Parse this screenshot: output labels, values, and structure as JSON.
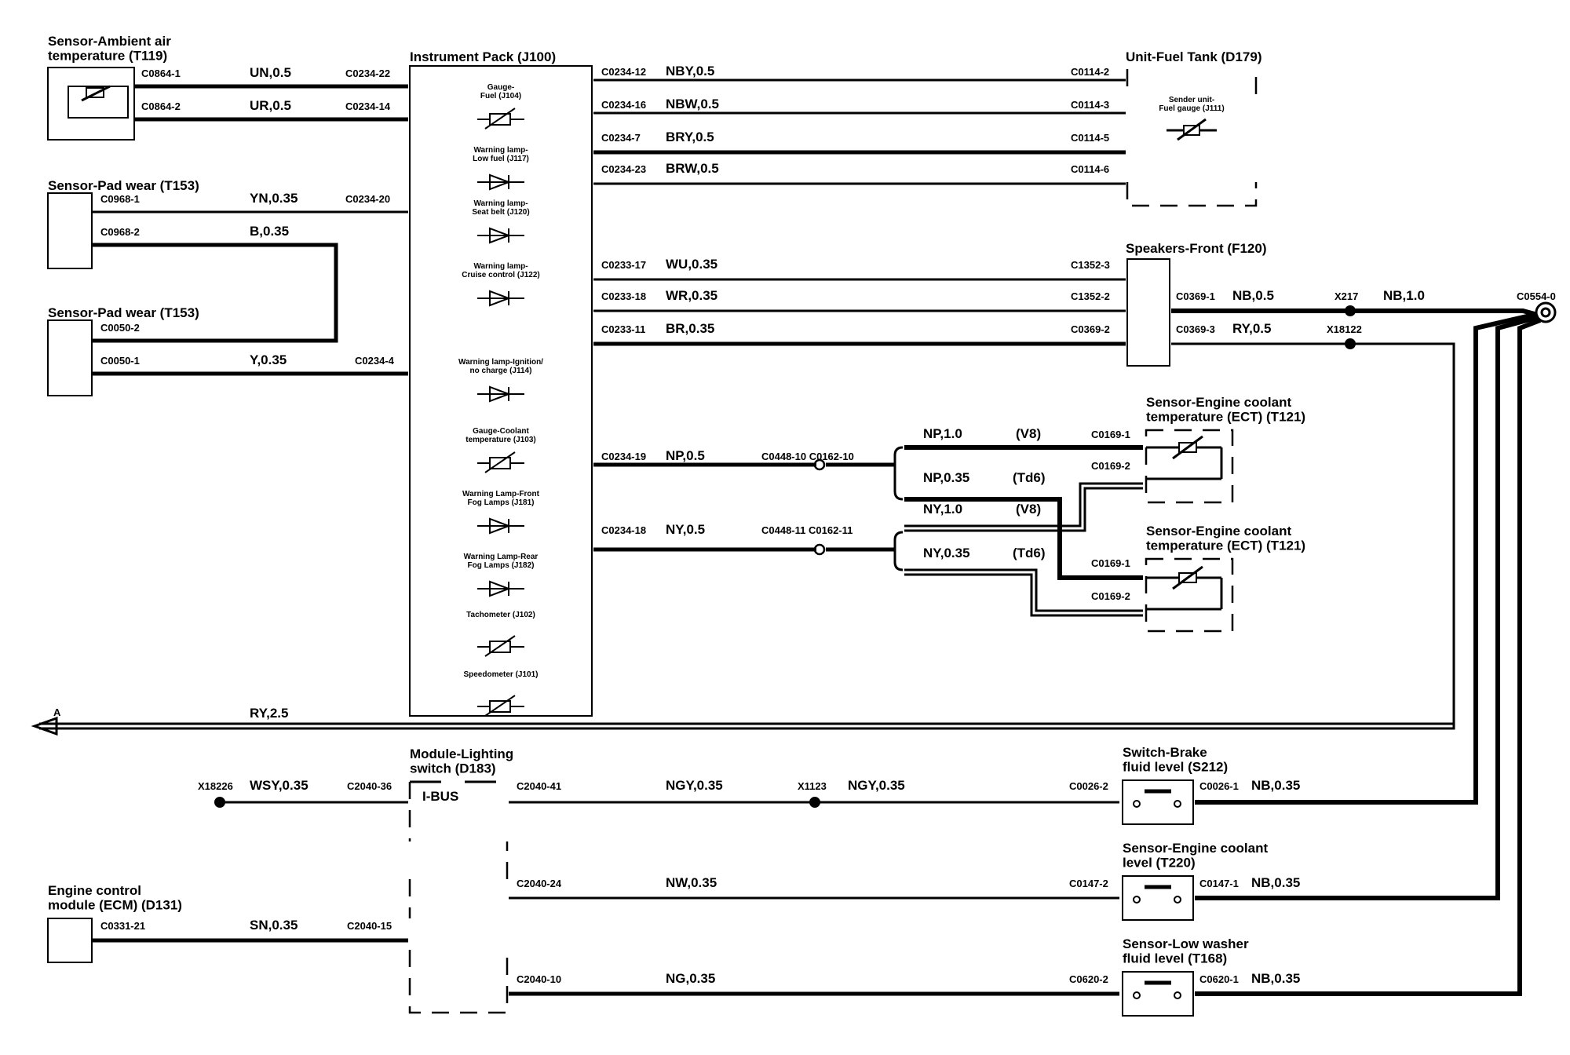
{
  "components": {
    "ambient_sensor": "Sensor-Ambient air\ntemperature (T119)",
    "pad_wear_1": "Sensor-Pad wear (T153)",
    "pad_wear_2": "Sensor-Pad wear (T153)",
    "instrument_pack": "Instrument Pack (J100)",
    "fuel_tank": "Unit-Fuel Tank (D179)",
    "sender_fuel": "Sender unit-\nFuel gauge (J111)",
    "speakers": "Speakers-Front (F120)",
    "ect_1": "Sensor-Engine coolant\ntemperature (ECT) (T121)",
    "ect_2": "Sensor-Engine coolant\ntemperature (ECT) (T121)",
    "lighting_switch": "Module-Lighting\nswitch (D183)",
    "ibus": "I-BUS",
    "ecm": "Engine control\nmodule (ECM) (D131)",
    "brake_switch": "Switch-Brake\nfluid level (S212)",
    "coolant_level": "Sensor-Engine coolant\nlevel (T220)",
    "washer_level": "Sensor-Low washer\nfluid level (T168)"
  },
  "instrument_items": [
    "Gauge-\nFuel (J104)",
    "Warning lamp-\nLow fuel (J117)",
    "Warning lamp-\nSeat belt (J120)",
    "Warning lamp-\nCruise control (J122)",
    "Warning lamp-Ignition/\nno charge (J114)",
    "Gauge-Coolant\ntemperature (J103)",
    "Warning Lamp-Front\nFog Lamps (J181)",
    "Warning Lamp-Rear\nFog Lamps (J182)",
    "Tachometer (J102)",
    "Speedometer (J101)"
  ],
  "connectors": {
    "c0864_1": "C0864-1",
    "c0864_2": "C0864-2",
    "c0234_22": "C0234-22",
    "c0234_14": "C0234-14",
    "c0968_1": "C0968-1",
    "c0968_2": "C0968-2",
    "c0234_20": "C0234-20",
    "c0050_2": "C0050-2",
    "c0050_1": "C0050-1",
    "c0234_4": "C0234-4",
    "c0234_12": "C0234-12",
    "c0234_16": "C0234-16",
    "c0234_7": "C0234-7",
    "c0234_23": "C0234-23",
    "c0114_2": "C0114-2",
    "c0114_3": "C0114-3",
    "c0114_5": "C0114-5",
    "c0114_6": "C0114-6",
    "c0233_17": "C0233-17",
    "c0233_18": "C0233-18",
    "c0233_11": "C0233-11",
    "c1352_3": "C1352-3",
    "c1352_2": "C1352-2",
    "c0369_2": "C0369-2",
    "c0369_1": "C0369-1",
    "c0369_3": "C0369-3",
    "x217": "X217",
    "x18122": "X18122",
    "c0554_0": "C0554-0",
    "c0234_19": "C0234-19",
    "c0448_10": "C0448-10 C0162-10",
    "c0234_18": "C0234-18",
    "c0448_11": "C0448-11 C0162-11",
    "c0169_1a": "C0169-1",
    "c0169_2a": "C0169-2",
    "c0169_1b": "C0169-1",
    "c0169_2b": "C0169-2",
    "arrow_a": "A",
    "x18226": "X18226",
    "c2040_36": "C2040-36",
    "c2040_41": "C2040-41",
    "x1123": "X1123",
    "c0026_2": "C0026-2",
    "c0026_1": "C0026-1",
    "c2040_24": "C2040-24",
    "c0147_2": "C0147-2",
    "c0147_1": "C0147-1",
    "c0331_21": "C0331-21",
    "c2040_15": "C2040-15",
    "c2040_10": "C2040-10",
    "c0620_2": "C0620-2",
    "c0620_1": "C0620-1"
  },
  "wires": {
    "un05": "UN,0.5",
    "ur05": "UR,0.5",
    "yn035": "YN,0.35",
    "b035": "B,0.35",
    "y035": "Y,0.35",
    "nby05": "NBY,0.5",
    "nbw05": "NBW,0.5",
    "bry05": "BRY,0.5",
    "brw05": "BRW,0.5",
    "wu035": "WU,0.35",
    "wr035": "WR,0.35",
    "br035": "BR,0.35",
    "nb05": "NB,0.5",
    "nb10": "NB,1.0",
    "ry05": "RY,0.5",
    "np05": "NP,0.5",
    "np10": "NP,1.0",
    "v8a": "(V8)",
    "np035": "NP,0.35",
    "td6a": "(Td6)",
    "ny05": "NY,0.5",
    "ny10": "NY,1.0",
    "v8b": "(V8)",
    "ny035": "NY,0.35",
    "td6b": "(Td6)",
    "ry25": "RY,2.5",
    "wsy035": "WSY,0.35",
    "ngy035a": "NGY,0.35",
    "ngy035b": "NGY,0.35",
    "nb035a": "NB,0.35",
    "nw035": "NW,0.35",
    "nb035b": "NB,0.35",
    "sn035": "SN,0.35",
    "ng035": "NG,0.35",
    "nb035c": "NB,0.35"
  }
}
